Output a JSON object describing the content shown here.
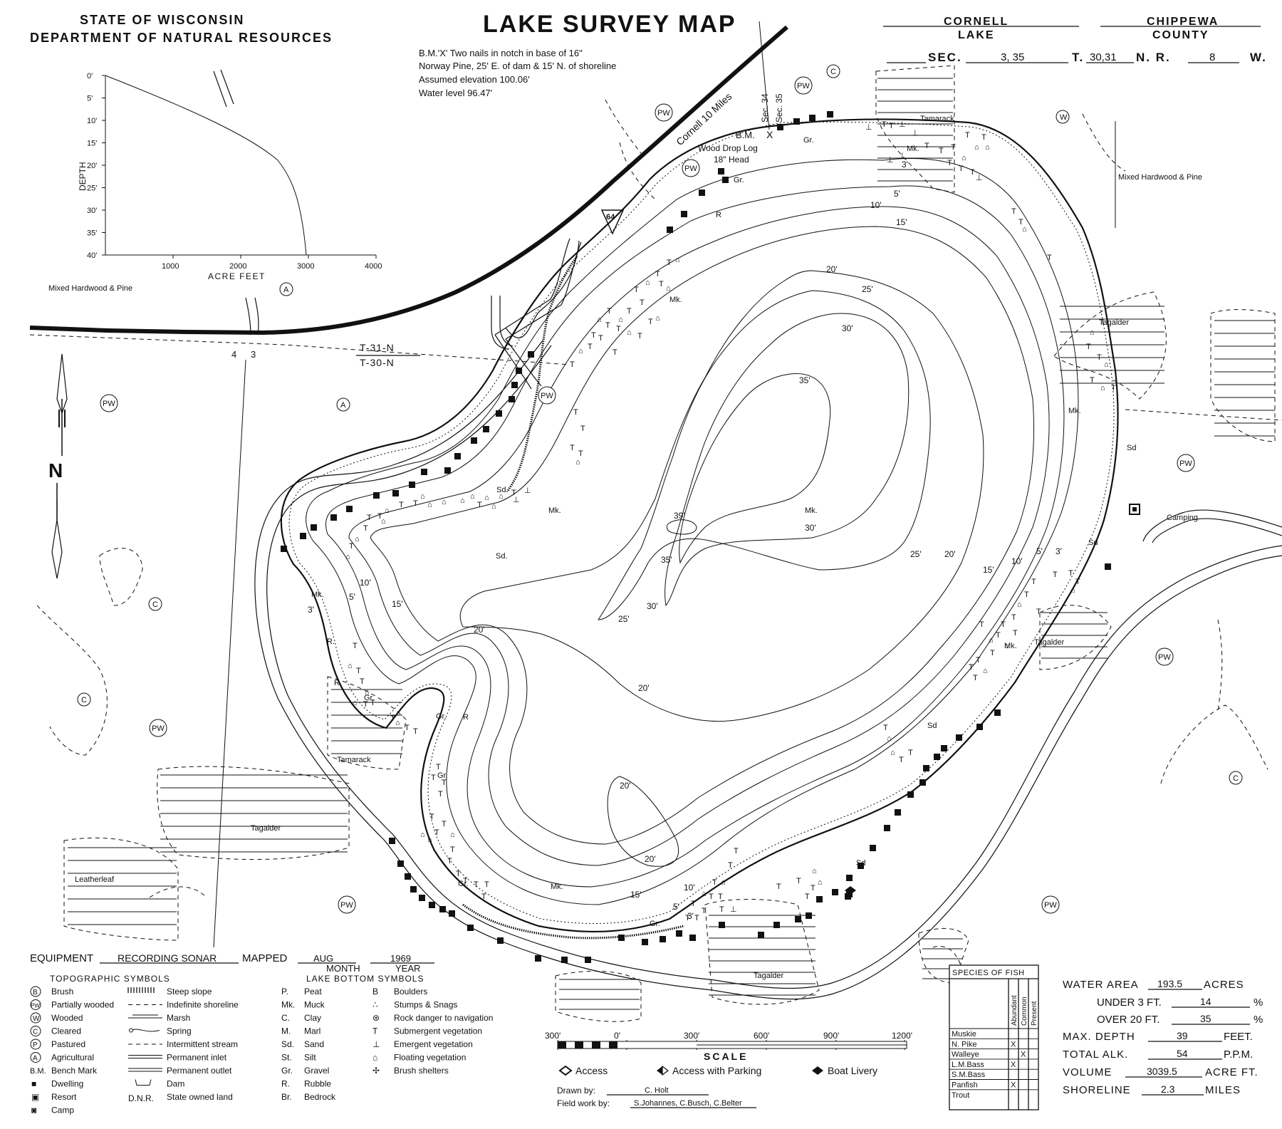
{
  "header": {
    "agency_line1": "STATE OF WISCONSIN",
    "agency_line2": "DEPARTMENT OF NATURAL RESOURCES",
    "map_title": "LAKE SURVEY MAP",
    "lake_name": "CORNELL",
    "lake_label": "LAKE",
    "county_name": "CHIPPEWA",
    "county_label": "COUNTY",
    "sec_label": "SEC.",
    "sec_value": "3, 35",
    "t_label": "T.",
    "t_value": "30,31",
    "n_label": "N. R.",
    "r_value": "8",
    "w_label": "W."
  },
  "benchmark_note": {
    "line1": "B.M.'X' Two nails in notch in base of 16\"",
    "line2": "Norway Pine, 25' E. of dam & 15' N. of shoreline",
    "line3": "Assumed elevation 100.06'",
    "line4": "Water level 96.47'"
  },
  "hypsographic_chart": {
    "y_axis_label": "DEPTH",
    "x_axis_label": "ACRE FEET",
    "y_ticks": [
      "0'",
      "5'",
      "10'",
      "15'",
      "20'",
      "25'",
      "30'",
      "35'",
      "40'"
    ],
    "x_ticks": [
      "1000",
      "2000",
      "3000",
      "4000"
    ]
  },
  "map_labels": {
    "road_label": "Cornell 10 Miles",
    "highway_number": "64",
    "sec_34": "Sec. 34",
    "sec_35": "Sec. 35",
    "bm": "B.M.",
    "dam_x": "X",
    "dam_note1": "Wood Drop Log",
    "dam_note2": "18\" Head",
    "township_north": "T-31-N",
    "township_south": "T-30-N",
    "sec_num_4": "4",
    "sec_num_3": "3",
    "north": "N",
    "camping": "Camping",
    "mixed_hw_left": "Mixed Hardwood & Pine",
    "mixed_hw_right": "Mixed Hardwood & Pine",
    "tamarack_ne": "Tamarack",
    "tamarack_w": "Tamarack",
    "tagalder_e": "Tagalder",
    "tagalder_se": "Tagalder",
    "tagalder_sw": "Tagalder",
    "tagalder_s": "Tagalder",
    "leatherleaf": "Leatherleaf"
  },
  "land_use_marks": {
    "pw": "PW",
    "a": "A",
    "c": "C",
    "w": "W"
  },
  "bottom_marks": {
    "muck": "Mk.",
    "sand": "Sd",
    "sand_dot": "Sd.",
    "gravel": "Gr.",
    "rubble": "R",
    "rubble_dot": "R."
  },
  "depth_contours": {
    "d3": "3'",
    "d5": "5'",
    "d10": "10'",
    "d15": "15'",
    "d20": "20'",
    "d25": "25'",
    "d30": "30'",
    "d35": "35'",
    "d39": "39'"
  },
  "equipment": {
    "equipment_label": "EQUIPMENT",
    "equipment_value": "RECORDING SONAR",
    "mapped_label": "MAPPED",
    "month_value": "AUG",
    "year_value": "1969",
    "month_label": "MONTH",
    "year_label": "YEAR"
  },
  "legend": {
    "topo_title": "TOPOGRAPHIC SYMBOLS",
    "bottom_title": "LAKE BOTTOM SYMBOLS",
    "topo_items": [
      {
        "mark": "B",
        "label": "Brush"
      },
      {
        "mark": "PW",
        "label": "Partially wooded"
      },
      {
        "mark": "W",
        "label": "Wooded"
      },
      {
        "mark": "C",
        "label": "Cleared"
      },
      {
        "mark": "P",
        "label": "Pastured"
      },
      {
        "mark": "A",
        "label": "Agricultural"
      },
      {
        "mark": "B.M.",
        "label": "Bench Mark"
      },
      {
        "mark": "■",
        "label": "Dwelling"
      },
      {
        "mark": "▣",
        "label": "Resort"
      },
      {
        "mark": "◙",
        "label": "Camp"
      }
    ],
    "line_items": [
      "Steep slope",
      "Indefinite shoreline",
      "Marsh",
      "Spring",
      "Intermittent stream",
      "Permanent inlet",
      "Permanent outlet",
      "Dam",
      "State owned land"
    ],
    "dnr": "D.N.R.",
    "bottom_items": [
      {
        "code": "P.",
        "label": "Peat"
      },
      {
        "code": "Mk.",
        "label": "Muck"
      },
      {
        "code": "C.",
        "label": "Clay"
      },
      {
        "code": "M.",
        "label": "Marl"
      },
      {
        "code": "Sd.",
        "label": "Sand"
      },
      {
        "code": "St.",
        "label": "Silt"
      },
      {
        "code": "Gr.",
        "label": "Gravel"
      },
      {
        "code": "R.",
        "label": "Rubble"
      },
      {
        "code": "Br.",
        "label": "Bedrock"
      }
    ],
    "veg_items": [
      {
        "code": "B",
        "label": "Boulders"
      },
      {
        "code": "∴",
        "label": "Stumps & Snags"
      },
      {
        "code": "⊛",
        "label": "Rock danger to navigation"
      },
      {
        "code": "T",
        "label": "Submergent vegetation"
      },
      {
        "code": "⊥",
        "label": "Emergent vegetation"
      },
      {
        "code": "⌂",
        "label": "Floating vegetation"
      },
      {
        "code": "✢",
        "label": "Brush shelters"
      }
    ]
  },
  "scale": {
    "ticks": [
      "300'",
      "0'",
      "300'",
      "600'",
      "900'",
      "1200'"
    ],
    "label": "SCALE"
  },
  "access_legend": {
    "access": "Access",
    "access_parking": "Access with Parking",
    "boat_livery": "Boat Livery"
  },
  "credits": {
    "drawn_label": "Drawn by:",
    "drawn_value": "C. Holt",
    "field_label": "Field work by:",
    "field_value": "S.Johannes, C.Busch, C.Belter"
  },
  "fish_table": {
    "title": "SPECIES OF FISH",
    "columns": [
      "Abundant",
      "Common",
      "Present"
    ],
    "rows": [
      {
        "name": "Muskie",
        "marks": [
          "",
          "",
          ""
        ]
      },
      {
        "name": "N. Pike",
        "marks": [
          "X",
          "",
          ""
        ]
      },
      {
        "name": "Walleye",
        "marks": [
          "",
          "X",
          ""
        ]
      },
      {
        "name": "L.M.Bass",
        "marks": [
          "X",
          "",
          ""
        ]
      },
      {
        "name": "S.M.Bass",
        "marks": [
          "",
          "",
          ""
        ]
      },
      {
        "name": "Panfish",
        "marks": [
          "X",
          "",
          ""
        ]
      },
      {
        "name": "Trout",
        "marks": [
          "",
          "",
          ""
        ]
      }
    ]
  },
  "lake_stats": {
    "water_area_label": "WATER AREA",
    "water_area_value": "193.5",
    "water_area_unit": "ACRES",
    "under3_label": "UNDER 3 FT.",
    "under3_value": "14",
    "over20_label": "OVER 20 FT.",
    "over20_value": "35",
    "pct": "%",
    "max_depth_label": "MAX. DEPTH",
    "max_depth_value": "39",
    "max_depth_unit": "FEET.",
    "alk_label": "TOTAL ALK.",
    "alk_value": "54",
    "alk_unit": "P.P.M.",
    "volume_label": "VOLUME",
    "volume_value": "3039.5",
    "volume_unit": "ACRE FT.",
    "shoreline_label": "SHORELINE",
    "shoreline_value": "2.3",
    "shoreline_unit": "MILES"
  }
}
